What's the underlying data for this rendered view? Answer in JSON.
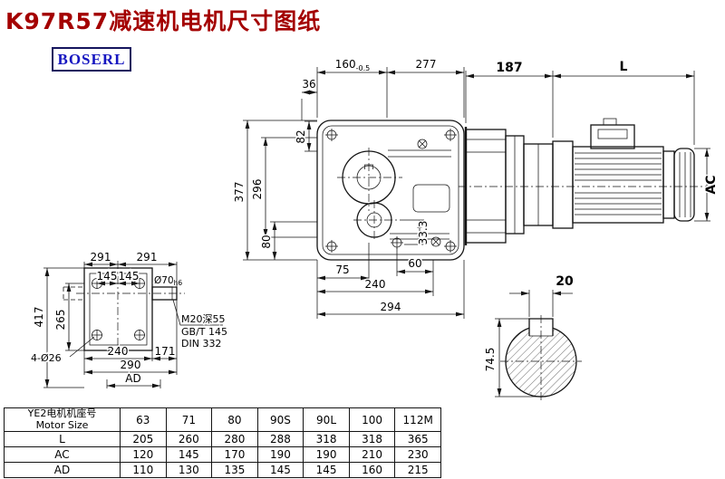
{
  "page": {
    "title": "K97R57减速机电机尺寸图纸",
    "logo": "BOSERL"
  },
  "colors": {
    "title_red": "#a40000",
    "logo_blue": "#1515c0",
    "line": "#141414"
  },
  "dims": {
    "top_view": {
      "d160": "160",
      "d160_tol": "-0.5",
      "d277": "277",
      "d36": "36",
      "d82": "82",
      "d377": "377",
      "d296": "296",
      "d80": "80",
      "d33_3": "33.3",
      "d75": "75",
      "d60": "60",
      "d240": "240",
      "d294": "294"
    },
    "side_view": {
      "d187": "187",
      "dL": "L",
      "dAC": "AC"
    },
    "flange_view": {
      "d291_left": "291",
      "d291_right": "291",
      "d145_left": "145",
      "d145_right": "145",
      "d417": "417",
      "d265": "265",
      "shaft_dia": "Ø70",
      "shaft_tol": "h6",
      "thread": "M20深55",
      "std1": "GB/T 145",
      "std2": "DIN 332",
      "d240": "240",
      "d171": "171",
      "d290": "290",
      "dAD": "AD",
      "holes": "4-Ø26"
    },
    "shaft_view": {
      "key_width": "20",
      "d74_5": "74.5"
    }
  },
  "table": {
    "header": {
      "line1": "YE2电机机座号",
      "line2": "Motor Size"
    },
    "sizes": [
      "63",
      "71",
      "80",
      "90S",
      "90L",
      "100",
      "112M"
    ],
    "rows": [
      {
        "label": "L",
        "values": [
          "205",
          "260",
          "280",
          "288",
          "318",
          "318",
          "365"
        ]
      },
      {
        "label": "AC",
        "values": [
          "120",
          "145",
          "170",
          "190",
          "190",
          "210",
          "230"
        ]
      },
      {
        "label": "AD",
        "values": [
          "110",
          "130",
          "135",
          "145",
          "145",
          "160",
          "215"
        ]
      }
    ]
  }
}
